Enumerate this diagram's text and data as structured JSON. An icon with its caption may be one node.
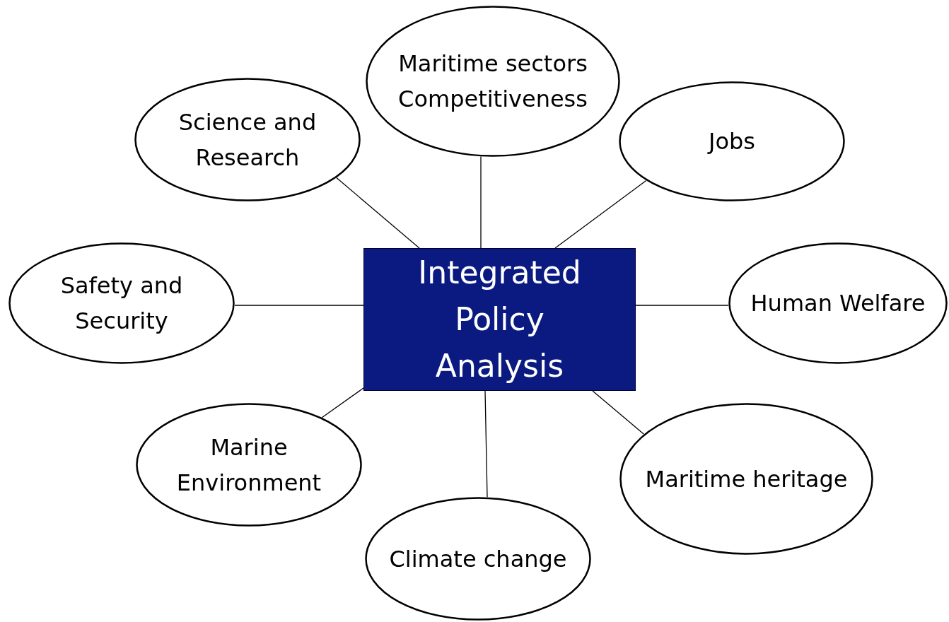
{
  "diagram": {
    "nodes": [
      {
        "text": [
          "Integrated Policy Analysis"
        ]
      },
      {
        "text": [
          "Maritime sectors Competitiveness"
        ]
      },
      {
        "text": [
          "Science and Research"
        ]
      },
      {
        "text": [
          "Jobs"
        ]
      },
      {
        "text": [
          "Safety and Security"
        ]
      },
      {
        "text": [
          "Human Welfare"
        ]
      },
      {
        "text": [
          "Marine Environment"
        ]
      },
      {
        "text": [
          "Climate change"
        ]
      },
      {
        "text": [
          "Maritime heritage"
        ]
      }
    ],
    "edges": [
      {
        "from": 0,
        "to": 1,
        "arrow": "none"
      },
      {
        "from": 0,
        "to": 2,
        "arrow": "none"
      },
      {
        "from": 0,
        "to": 3,
        "arrow": "none"
      },
      {
        "from": 0,
        "to": 4,
        "arrow": "none"
      },
      {
        "from": 0,
        "to": 5,
        "arrow": "none"
      },
      {
        "from": 0,
        "to": 6,
        "arrow": "none"
      },
      {
        "from": 0,
        "to": 7,
        "arrow": "none"
      },
      {
        "from": 0,
        "to": 8,
        "arrow": "none"
      }
    ]
  }
}
